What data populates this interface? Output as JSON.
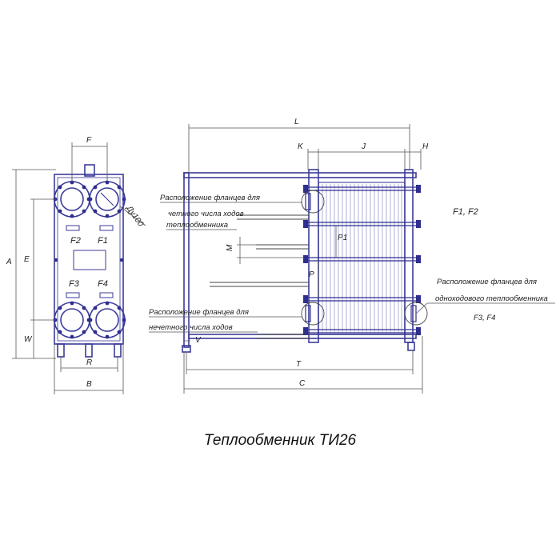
{
  "caption": "Теплообменник ТИ26",
  "dimensions": {
    "L": "L",
    "K": "K",
    "J": "J",
    "H": "H",
    "A": "A",
    "E": "E",
    "W": "W",
    "F": "F",
    "R": "R",
    "B": "B",
    "M": "M",
    "P": "P",
    "P1": "P1",
    "V": "V",
    "T": "T",
    "C": "C",
    "du": "Ду100"
  },
  "port_labels": {
    "f1": "F1",
    "f2": "F2",
    "f3": "F3",
    "f4": "F4"
  },
  "notes": {
    "even_line1": "Расположение фланцев для",
    "even_line2": "четного числа ходов",
    "even_line3": "теплообменника",
    "odd_line1": "Расположение фланцев для",
    "odd_line2": "нечетного числа ходов",
    "single_line1": "Расположение фланцев для",
    "single_line2": "одноходового теплообменника",
    "single_ports": "F3, F4",
    "top_ports": "F1, F2"
  }
}
